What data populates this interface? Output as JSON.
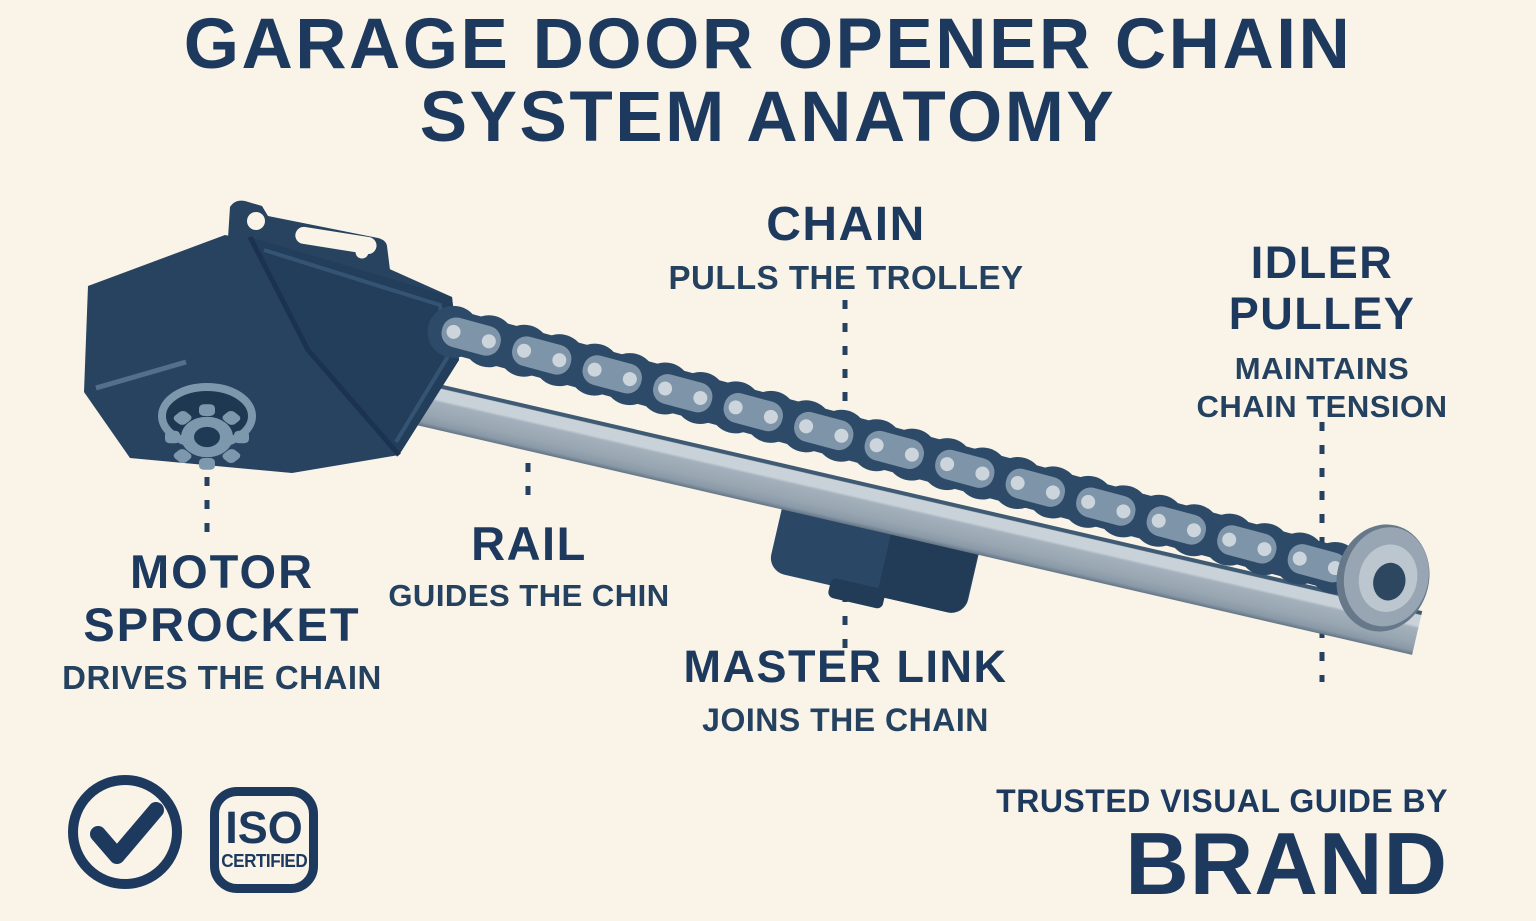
{
  "title": {
    "line1": "GARAGE DOOR OPENER CHAIN",
    "line2": "SYSTEM ANATOMY"
  },
  "labels": {
    "chain": {
      "name": "CHAIN",
      "desc": "PULLS THE TROLLEY"
    },
    "idler_pulley": {
      "name1": "IDLER",
      "name2": "PULLEY",
      "desc1": "MAINTAINS",
      "desc2": "CHAIN TENSION"
    },
    "motor_sprocket": {
      "name1": "MOTOR",
      "name2": "SPROCKET",
      "desc": "DRIVES THE CHAIN"
    },
    "rail": {
      "name": "RAIL",
      "desc": "GUIDES THE CHIN"
    },
    "master_link": {
      "name": "MASTER LINK",
      "desc": "JOINS THE CHAIN"
    }
  },
  "footer": {
    "iso_badge": {
      "line1": "ISO",
      "line2": "CERTIFIED"
    },
    "credit_line": "TRUSTED VISUAL GUIDE BY",
    "brand": "BRAND"
  },
  "icons": {
    "checkmark_icon": "check-in-circle",
    "iso_certified_icon": "rounded-square-badge"
  },
  "colors": {
    "background": "#f9f3e8",
    "navy_text": "#1d3a5e",
    "motor_body": "#27435f",
    "motor_face_dark": "#223e5a",
    "chain_dark": "#2d4b68",
    "chain_plate": "#7e94a8",
    "rivet": "#ccd5dc",
    "rail_stripe": "#c9d2d9",
    "rail_gray": "#9aa8b4",
    "metal_light": "#7d97ad",
    "pulley_ring": "#98a6b3",
    "pulley_inner": "#bcc6ce",
    "pulley_hub": "#2e4760"
  }
}
